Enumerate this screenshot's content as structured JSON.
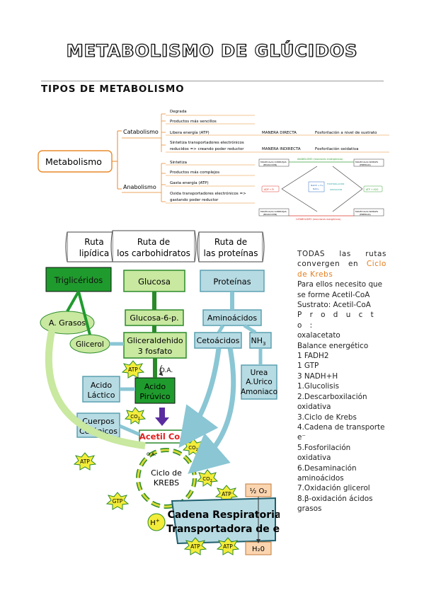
{
  "title": "METABOLISMO DE GLÚCIDOS",
  "subtitle": "TIPOS DE METABOLISMO",
  "concept_map": {
    "root": "Metabolismo",
    "catabolismo": {
      "label": "Catabolismo",
      "items": [
        "Degrada",
        "Productos más sencillos",
        "Libera energía (ATP)",
        "Sintetiza transportadores electrónicos",
        "reducidos => creando poder reductor"
      ],
      "manera_directa": "MANERA DIRECTA",
      "manera_indirecta": "MANERA INDIRECTA",
      "fosf_sustrato": "Fosforilación a nivel de sustrato",
      "fosf_oxidativa": "Fosforilación oxidativa"
    },
    "anabolismo": {
      "label": "Anabolismo",
      "items": [
        "Sintetiza",
        "Productos más complejos",
        "Gasta energía (ATP)",
        "Oxida transportadores electrónicos =>",
        "gastando poder reductor"
      ]
    },
    "diagram": {
      "mol_complejas": "MOLÉCULAS COMPLEJAS",
      "biocatab": "(BIOACCIÓN)",
      "mol_simples": "MOLÉCULAS SIMPLES",
      "simples_sub": "(ENERGÍA)",
      "anabolismo_top": "ANABOLISMO (reacciones endergónicas)",
      "catabolismo_bottom": "CATABOLISMO (reacciones exergónicas)",
      "atp_left": "ADP + Pi",
      "atp_right": "ATP + H2O",
      "nadh": "NADH + H+",
      "nad": "NAD+",
      "fosforilacion": "FOSFORILACIÓN",
      "oxidacion": "OXIDACIÓN"
    }
  },
  "flow": {
    "headers": [
      "Ruta",
      "lipídica",
      "Ruta de",
      "los carbohidratos",
      "Ruta de",
      "las proteínas"
    ],
    "trigliceridos": "Triglicéridos",
    "glucosa": "Glucosa",
    "proteinas": "Proteínas",
    "a_grasos": "A. Grasos",
    "glicerol": "Glicerol",
    "glucosa6p": "Glucosa-6-p.",
    "aminoacidos": "Aminoácidos",
    "gliceraldehido": [
      "Gliceraldehido",
      "3 fosfato"
    ],
    "cetoacidos": "Cetoácidos",
    "nh3": "NH",
    "nh3_sub": "3",
    "urea": [
      "Urea",
      "A.Urico",
      "Amoniaco"
    ],
    "atp": "ATP",
    "oa": "O.A.",
    "acido_lactico": [
      "Acido",
      "Láctico"
    ],
    "acido_piruvico": [
      "Acido",
      "Pirúvico"
    ],
    "co2": "CO",
    "co2_sub": "2",
    "cuerpos": [
      "Cuerpos",
      "Cetónicos"
    ],
    "acetil": "Acetil CoA",
    "ciclo": [
      "Ciclo de",
      "KREBS"
    ],
    "gtp": "GTP",
    "hplus": "H",
    "cadena": [
      "Cadena Respiratoria",
      "Transportadora de e"
    ],
    "half_o2": "½ O₂",
    "h2o": "H₂0"
  },
  "side": {
    "intro_a": "TODAS las rutas convergen en ",
    "intro_hl": "Ciclo de Krebs",
    "lines": [
      "Para ellos necesito que se forme Acetil-CoA",
      "Sustrato: Acetil-CoA",
      "P r o d u c t o :",
      "oxalacetato",
      "Balance energético",
      "1 FADH2",
      "1 GTP",
      "3 NADH+H",
      "1.Glucolisis",
      "2.Descarboxilación oxidativa",
      "3.Ciclo de Krebs",
      "4.Cadena de transporte e⁻",
      "5.Fosforilación oxidativa",
      "6.Desaminación aminoácidos",
      "7.Oxidación glicerol",
      "8.β-oxidación ácidos grasos"
    ]
  },
  "colors": {
    "orange": "#e8892a",
    "green_dark": "#1f9b2d",
    "green_light": "#c9e8a0",
    "blue_box": "#b7dbe3",
    "yellow": "#f3ec3a",
    "purple": "#5a2ca0",
    "peach": "#fbd5b0"
  }
}
